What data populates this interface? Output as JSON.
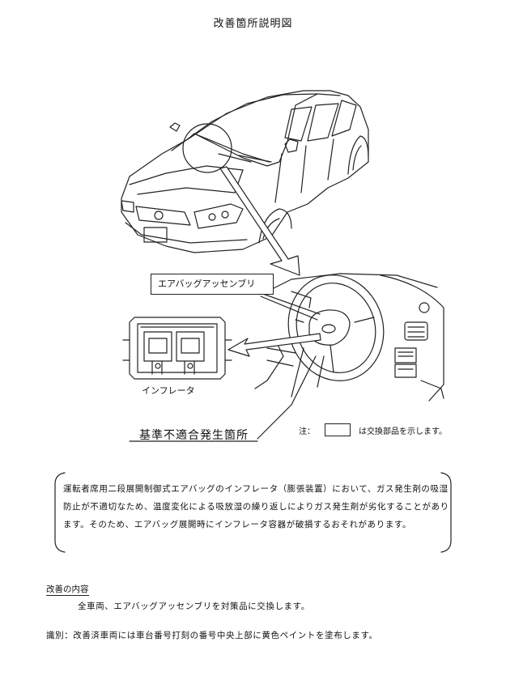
{
  "title": "改善箇所説明図",
  "labels": {
    "airbag_assembly": "エアバッグアッセンブリ",
    "inflator": "インフレータ",
    "nonconforming_part": "基準不適合発生箇所"
  },
  "note": {
    "prefix": "注：",
    "suffix": "は交換部品を示します。"
  },
  "description": "運転者席用二段展開制御式エアバッグのインフレータ（膨張装置）において、ガス発生剤の吸湿防止が不適切なため、温度変化による吸放湿の繰り返しによりガス発生剤が劣化することがあります。そのため、エアバッグ展開時にインフレータ容器が破損するおそれがあります。",
  "improvement": {
    "heading": "改善の内容",
    "text": "全車両、エアバッグアッセンブリを対策品に交換します。"
  },
  "identification": "識別：改善済車両には車台番号打刻の番号中央上部に黄色ペイントを塗布します。"
}
